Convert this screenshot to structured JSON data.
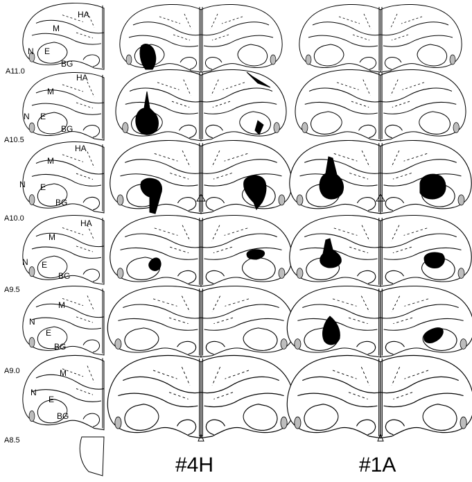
{
  "levels": [
    "A11.0",
    "A10.5",
    "A10.0",
    "A9.5",
    "A9.0",
    "A8.5"
  ],
  "regions": {
    "hyperpallium_apicale": "HA",
    "mesopallium": "M",
    "nidopallium": "N",
    "entopallium": "E",
    "basal_ganglia": "BG"
  },
  "case_labels": {
    "middle": "#4H",
    "right": "#1A"
  },
  "colors": {
    "lesion": "#000000",
    "outline": "#000000",
    "hatch": "#bdbdbd",
    "background": "#ffffff"
  }
}
